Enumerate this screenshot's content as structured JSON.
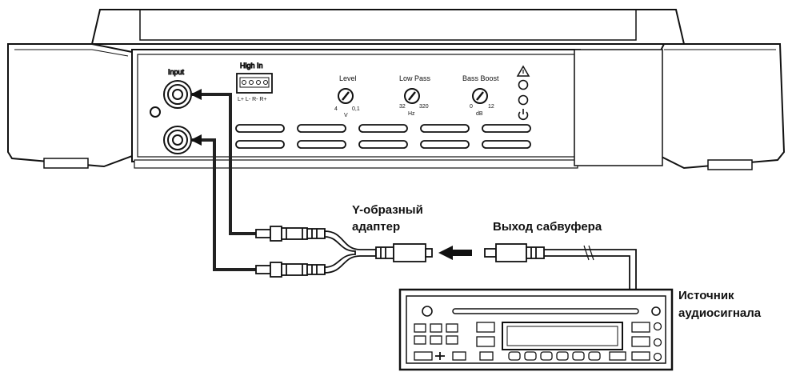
{
  "amplifier": {
    "input_label": "Input",
    "high_in_label": "High In",
    "high_in_pins": "L+ L- R- R+",
    "knobs": [
      {
        "label": "Level",
        "min": "4",
        "max": "0,1",
        "unit": "V"
      },
      {
        "label": "Low Pass",
        "min": "32",
        "max": "320",
        "unit": "Hz"
      },
      {
        "label": "Bass Boost",
        "min": "0",
        "max": "12",
        "unit": "dB"
      }
    ]
  },
  "labels": {
    "y_adapter_line1": "Y-образный",
    "y_adapter_line2": "адаптер",
    "subwoofer_out": "Выход сабвуфера",
    "source_line1": "Источник",
    "source_line2": "аудиосигнала"
  },
  "colors": {
    "stroke": "#111111",
    "fill": "#ffffff",
    "cable": "#222222"
  }
}
